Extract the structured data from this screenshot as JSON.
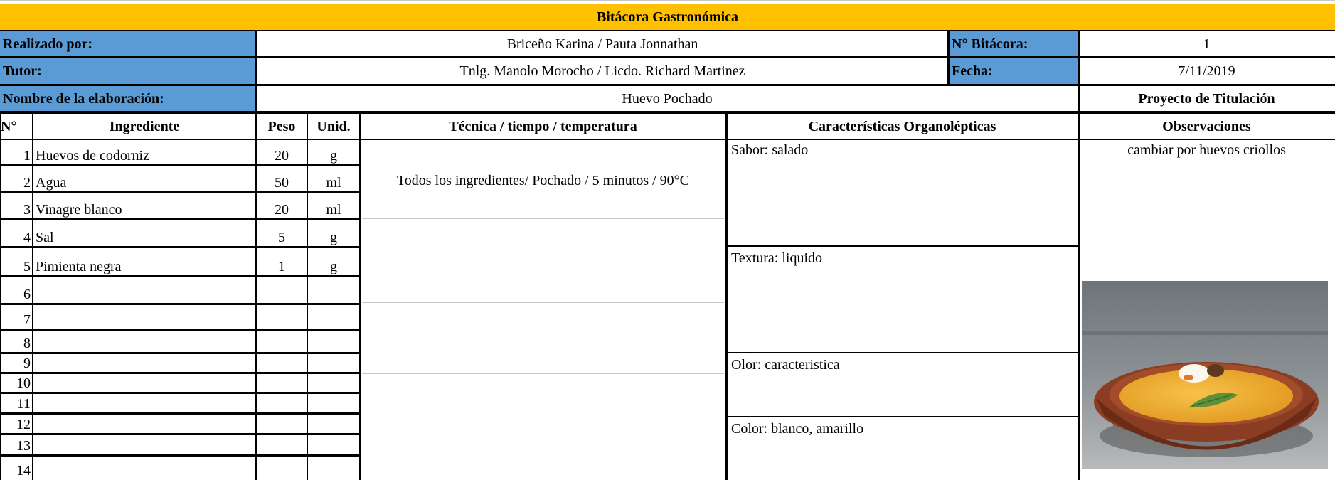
{
  "title": "Bitácora Gastronómica",
  "header": {
    "realizado_label": "Realizado por:",
    "realizado_value": "Briceño Karina / Pauta Jonnathan",
    "bitacora_label": "N° Bitácora:",
    "bitacora_value": "1",
    "tutor_label": "Tutor:",
    "tutor_value": "Tnlg. Manolo Morocho / Licdo. Richard Martinez",
    "fecha_label": "Fecha:",
    "fecha_value": "7/11/2019",
    "nombre_label": "Nombre de la elaboración:",
    "nombre_value": "Huevo Pochado",
    "proyecto": "Proyecto de Titulación"
  },
  "columns": {
    "num": "N°",
    "ingrediente": "Ingrediente",
    "peso": "Peso",
    "unid": "Unid.",
    "tecnica": "Técnica / tiempo / temperatura",
    "caracteristicas": "Características Organolépticas",
    "observaciones": "Observaciones"
  },
  "rows": [
    {
      "n": "1",
      "ingrediente": "Huevos de codorniz",
      "peso": "20",
      "unid": "g"
    },
    {
      "n": "2",
      "ingrediente": "Agua",
      "peso": "50",
      "unid": "ml"
    },
    {
      "n": "3",
      "ingrediente": "Vinagre blanco",
      "peso": "20",
      "unid": "ml"
    },
    {
      "n": "4",
      "ingrediente": "Sal",
      "peso": "5",
      "unid": "g"
    },
    {
      "n": "5",
      "ingrediente": "Pimienta negra",
      "peso": "1",
      "unid": "g"
    },
    {
      "n": "6",
      "ingrediente": "",
      "peso": "",
      "unid": ""
    },
    {
      "n": "7",
      "ingrediente": "",
      "peso": "",
      "unid": ""
    },
    {
      "n": "8",
      "ingrediente": "",
      "peso": "",
      "unid": ""
    },
    {
      "n": "9",
      "ingrediente": "",
      "peso": "",
      "unid": ""
    },
    {
      "n": "10",
      "ingrediente": "",
      "peso": "",
      "unid": ""
    },
    {
      "n": "11",
      "ingrediente": "",
      "peso": "",
      "unid": ""
    },
    {
      "n": "12",
      "ingrediente": "",
      "peso": "",
      "unid": ""
    },
    {
      "n": "13",
      "ingrediente": "",
      "peso": "",
      "unid": ""
    },
    {
      "n": "14",
      "ingrediente": "",
      "peso": "",
      "unid": ""
    }
  ],
  "tecnica_text": "Todos los ingredientes/ Pochado / 5 minutos / 90°C",
  "caracteristicas": {
    "sabor": "Sabor: salado",
    "textura": "Textura: liquido",
    "olor": "Olor: caracteristica",
    "color": "Color: blanco, amarillo"
  },
  "observaciones_text": "cambiar por huevos criollos",
  "colors": {
    "title_bg": "#ffc000",
    "label_bg": "#5b9bd5"
  },
  "photo": {
    "subject": "poached egg in orange soup, brown clay bowl",
    "icon": "food-photo"
  }
}
